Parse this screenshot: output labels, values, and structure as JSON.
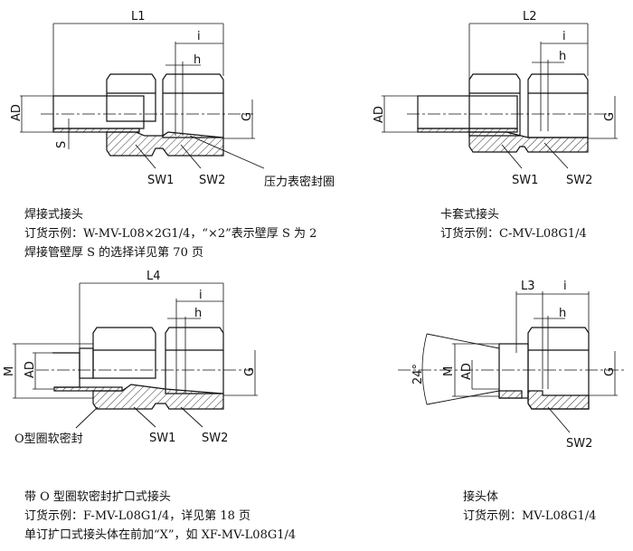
{
  "diagrams": [
    {
      "id": "welded",
      "dims": {
        "length": "L1",
        "i": "i",
        "h": "h",
        "ad": "AD",
        "g": "G",
        "s": "S"
      },
      "wrench_labels": [
        "SW1",
        "SW2"
      ],
      "callout": "压力表密封圈",
      "caption": {
        "title": "焊接式接头",
        "lines": [
          "订货示例：W-MV-L08×2G1/4，“×2”表示壁厚 S 为 2",
          "焊接管壁厚 S 的选择详见第 70 页"
        ]
      }
    },
    {
      "id": "compression",
      "dims": {
        "length": "L2",
        "i": "i",
        "h": "h",
        "ad": "AD",
        "g": "G"
      },
      "wrench_labels": [
        "SW1",
        "SW2"
      ],
      "caption": {
        "title": "卡套式接头",
        "lines": [
          "订货示例：C-MV-L08G1/4"
        ]
      }
    },
    {
      "id": "flared",
      "dims": {
        "length": "L4",
        "i": "i",
        "h": "h",
        "ad": "AD",
        "g": "G",
        "m": "M"
      },
      "wrench_labels": [
        "SW1",
        "SW2"
      ],
      "callout": "O型圈软密封",
      "caption": {
        "title": "带 O 型圈软密封扩口式接头",
        "lines": [
          "订货示例：F-MV-L08G1/4，详见第 18 页",
          "单订扩口式接头体在前加“X”，如 XF-MV-L08G1/4"
        ]
      }
    },
    {
      "id": "body",
      "dims": {
        "length": "L3",
        "i": "i",
        "h": "h",
        "ad": "AD",
        "g": "G",
        "m": "M",
        "angle": "24°"
      },
      "wrench_labels": [
        "SW2"
      ],
      "caption": {
        "title": "接头体",
        "lines": [
          "订货示例：MV-L08G1/4"
        ]
      }
    }
  ],
  "colors": {
    "line": "#111111",
    "hatch": "#333333",
    "background": "#ffffff"
  }
}
